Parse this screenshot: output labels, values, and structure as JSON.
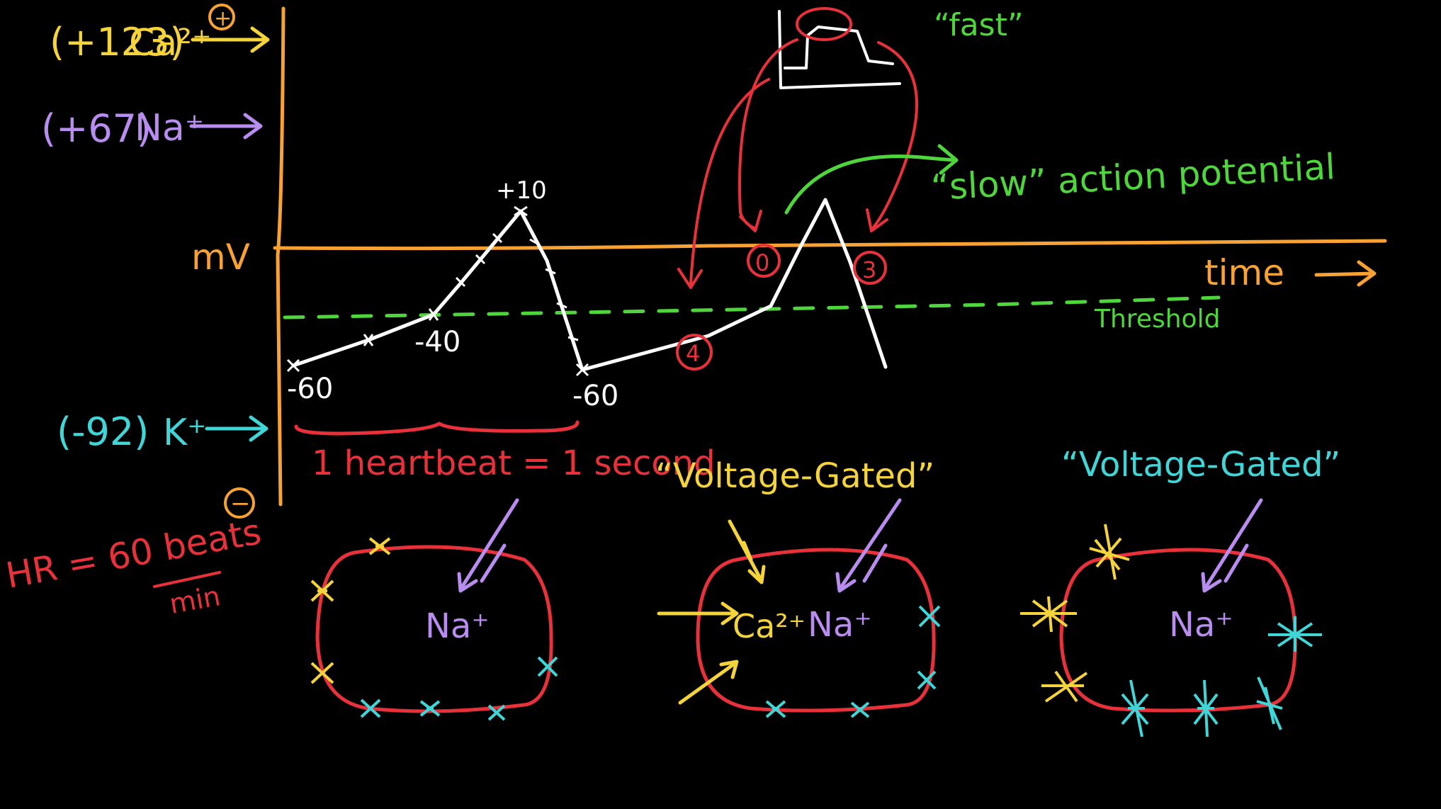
{
  "colors": {
    "background": "#000000",
    "axis": "#f7a233",
    "calcium": "#f5d33b",
    "sodium": "#b98cf0",
    "potassium": "#40d6d8",
    "red": "#e8313a",
    "green": "#4fd63c",
    "white": "#ffffff"
  },
  "ions": {
    "calcium": {
      "value": "(+123)",
      "label": "Ca²⁺"
    },
    "sodium": {
      "value": "(+67)",
      "label": "Na⁺"
    },
    "potassium": {
      "value": "(-92)",
      "label": "K⁺"
    }
  },
  "signs": {
    "plus": "+",
    "minus": "−"
  },
  "axis": {
    "y_label": "mV",
    "x_label": "time"
  },
  "threshold_label": "Threshold",
  "graph_values": {
    "peak": "+10",
    "threshold_value": "-40",
    "start": "-60",
    "end": "-60"
  },
  "heartbeat_label": "1 heartbeat = 1 second",
  "heart_rate": {
    "label": "HR = 60 beats",
    "unit": "min"
  },
  "phase_markers": {
    "phase0": "0",
    "phase3": "3",
    "phase4": "4"
  },
  "fast_label": "“fast”",
  "slow_label": "“slow” action potential",
  "channel_titles": {
    "middle": "“Voltage-Gated”",
    "right": "“Voltage-Gated”"
  },
  "cell_ions": {
    "sodium": "Na⁺",
    "calcium": "Ca²⁺"
  }
}
